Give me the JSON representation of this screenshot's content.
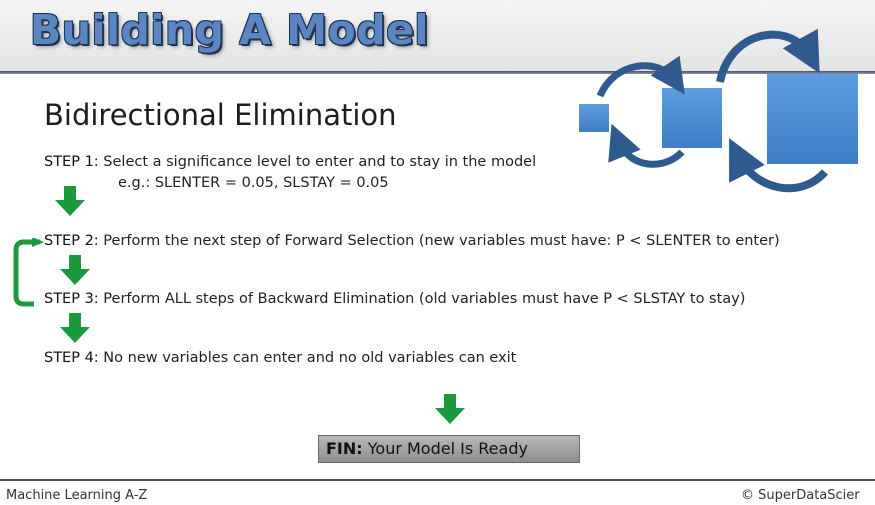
{
  "slide": {
    "title": "Building A Model",
    "subtitle": "Bidirectional Elimination"
  },
  "steps": [
    {
      "label": "STEP 1:",
      "text": " Select a significance level to enter and to stay in the model"
    },
    {
      "label": "STEP 2:",
      "text": " Perform the next step of Forward Selection (new variables must have: P < SLENTER to enter)"
    },
    {
      "label": "STEP 3:",
      "text": " Perform ALL steps of Backward Elimination (old variables must have P < SLSTAY to stay)"
    },
    {
      "label": "STEP 4:",
      "text": " No new variables can enter and no old variables can exit"
    }
  ],
  "step1_example": "e.g.: SLENTER = 0.05, SLSTAY = 0.05",
  "fin": {
    "label": "FIN:",
    "text": " Your Model Is Ready"
  },
  "footer": {
    "left": "Machine Learning A-Z",
    "right": "© SuperDataScier"
  },
  "colors": {
    "arrow_green": "#1a9a3c",
    "title_blue": "#5b86c2",
    "square_blue": "#4f8fd3",
    "curve_arrow": "#2f5a8e"
  },
  "icons": {
    "down_arrow": "green-down-arrow-icon",
    "loop_bracket": "green-loop-bracket-icon",
    "graphic": "growing-squares-cycle-icon"
  }
}
